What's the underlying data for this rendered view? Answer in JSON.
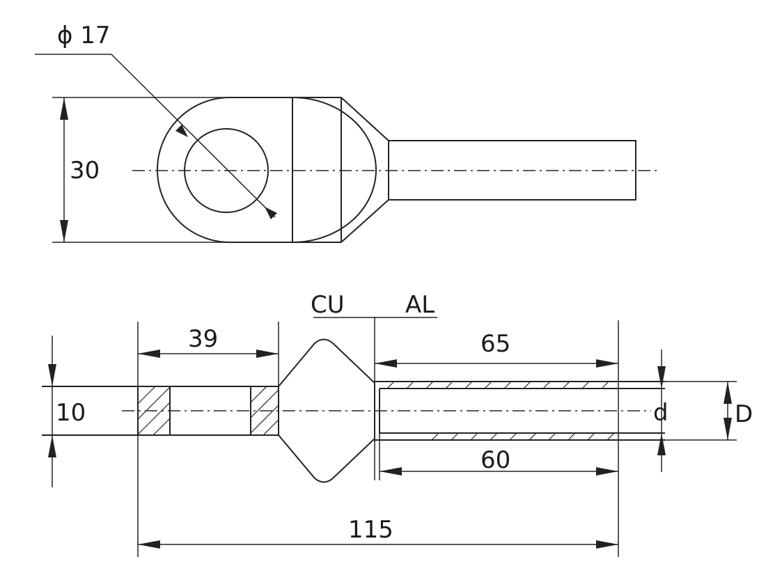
{
  "labels": {
    "hole_diameter": "ϕ 17",
    "palm_width": "30",
    "cu": "CU",
    "al": "AL",
    "palm_length": "39",
    "barrel_length_outer": "65",
    "barrel_length_inner": "60",
    "palm_thickness": "10",
    "inner_diameter": "d",
    "outer_diameter": "D",
    "total_length": "115"
  }
}
